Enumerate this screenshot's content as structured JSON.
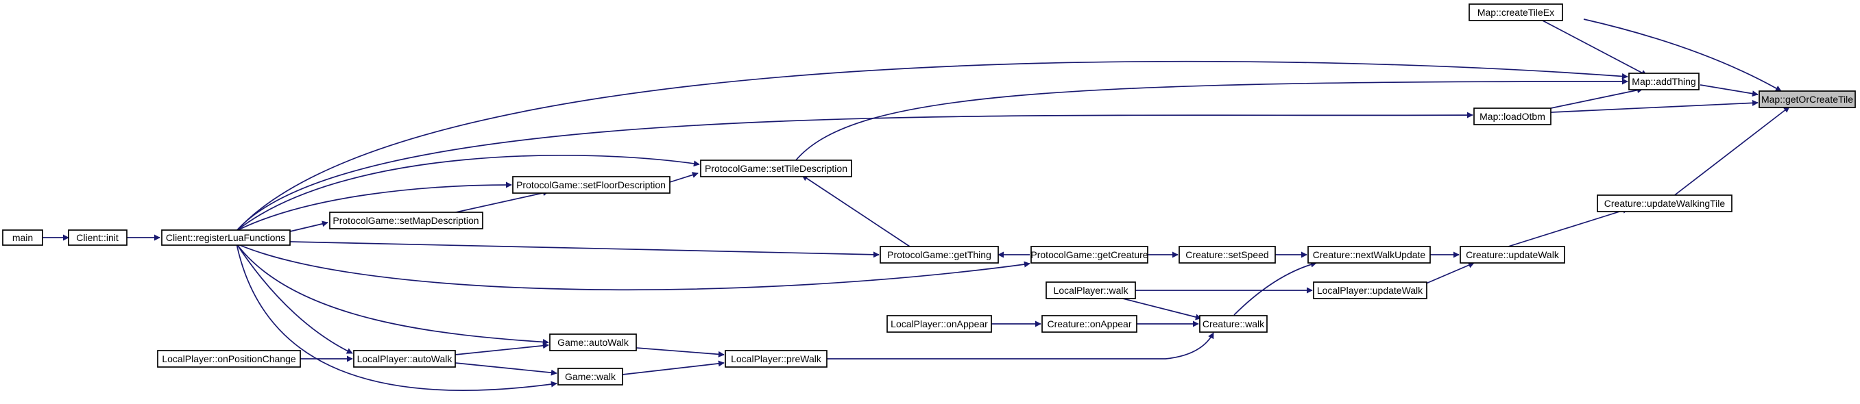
{
  "diagram": {
    "colors": {
      "edge": "#191970",
      "node_border": "#000000",
      "focus_fill": "#bfbfbf",
      "background": "#ffffff"
    },
    "nodes": {
      "main": "main",
      "client_init": "Client::init",
      "register_lua": "Client::registerLuaFunctions",
      "lp_on_position_change": "LocalPlayer::onPositionChange",
      "lp_auto_walk": "LocalPlayer::autoWalk",
      "pg_set_map_desc": "ProtocolGame::setMapDescription",
      "pg_set_floor_desc": "ProtocolGame::setFloorDescription",
      "pg_set_tile_desc": "ProtocolGame::setTileDescription",
      "game_auto_walk": "Game::autoWalk",
      "game_walk": "Game::walk",
      "lp_pre_walk": "LocalPlayer::preWalk",
      "pg_get_thing": "ProtocolGame::getThing",
      "pg_get_creature": "ProtocolGame::getCreature",
      "lp_on_appear": "LocalPlayer::onAppear",
      "lp_walk": "LocalPlayer::walk",
      "creature_on_appear": "Creature::onAppear",
      "creature_set_speed": "Creature::setSpeed",
      "creature_walk": "Creature::walk",
      "creature_next_walk_update": "Creature::nextWalkUpdate",
      "lp_update_walk": "LocalPlayer::updateWalk",
      "creature_update_walk": "Creature::updateWalk",
      "creature_update_walking_tile": "Creature::updateWalkingTile",
      "map_create_tile_ex": "Map::createTileEx",
      "map_add_thing": "Map::addThing",
      "map_load_otbm": "Map::loadOtbm",
      "map_get_or_create_tile": "Map::getOrCreateTile"
    }
  }
}
